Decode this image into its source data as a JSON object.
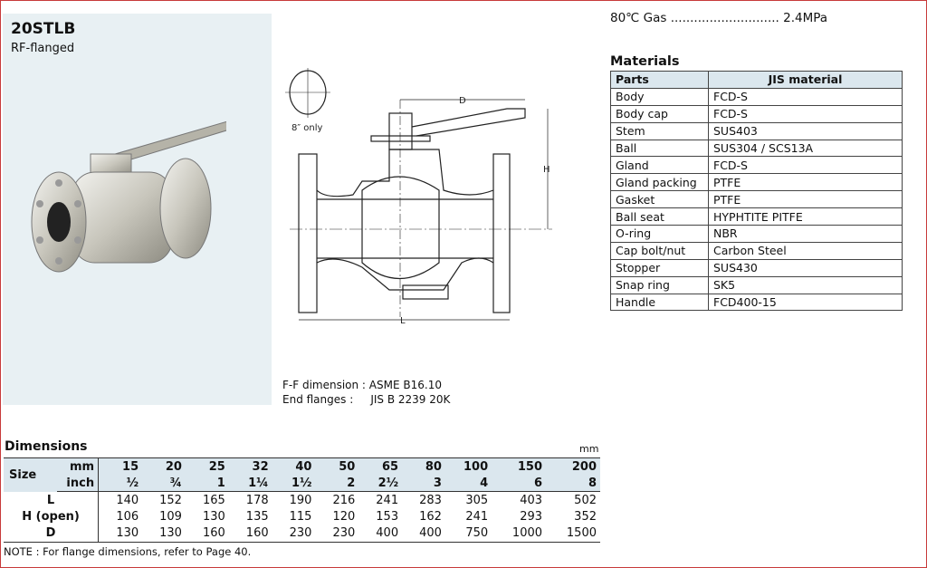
{
  "product": {
    "model": "20STLB",
    "type": "RF-flanged"
  },
  "drawing": {
    "inset_label": "8″ only",
    "dim_labels": {
      "D": "D",
      "H": "H",
      "L": "L"
    }
  },
  "specs": [
    {
      "label": "F-F dimension :",
      "value": "ASME B16.10"
    },
    {
      "label": "End flanges :",
      "value": "JIS B 2239 20K"
    }
  ],
  "pressure": "80℃ Gas ............................ 2.4MPa",
  "materials": {
    "title": "Materials",
    "headers": [
      "Parts",
      "JIS material"
    ],
    "rows": [
      [
        "Body",
        "FCD-S"
      ],
      [
        "Body cap",
        "FCD-S"
      ],
      [
        "Stem",
        "SUS403"
      ],
      [
        "Ball",
        "SUS304 / SCS13A"
      ],
      [
        "Gland",
        "FCD-S"
      ],
      [
        "Gland packing",
        "PTFE"
      ],
      [
        "Gasket",
        "PTFE"
      ],
      [
        "Ball seat",
        "HYPHTITE PITFE"
      ],
      [
        "O-ring",
        "NBR"
      ],
      [
        "Cap bolt/nut",
        "Carbon Steel"
      ],
      [
        "Stopper",
        "SUS430"
      ],
      [
        "Snap ring",
        "SK5"
      ],
      [
        "Handle",
        "FCD400-15"
      ]
    ]
  },
  "dimensions": {
    "title": "Dimensions",
    "unit": "mm",
    "size_label": "Size",
    "mm_label": "mm",
    "inch_label": "inch",
    "mm": [
      "15",
      "20",
      "25",
      "32",
      "40",
      "50",
      "65",
      "80",
      "100",
      "150",
      "200"
    ],
    "inch": [
      "½",
      "¾",
      "1",
      "1¼",
      "1½",
      "2",
      "2½",
      "3",
      "4",
      "6",
      "8"
    ],
    "rows": [
      {
        "label": "L",
        "values": [
          "140",
          "152",
          "165",
          "178",
          "190",
          "216",
          "241",
          "283",
          "305",
          "403",
          "502"
        ]
      },
      {
        "label": "H (open)",
        "values": [
          "106",
          "109",
          "130",
          "135",
          "115",
          "120",
          "153",
          "162",
          "241",
          "293",
          "352"
        ]
      },
      {
        "label": "D",
        "values": [
          "130",
          "130",
          "160",
          "160",
          "230",
          "230",
          "400",
          "400",
          "750",
          "1000",
          "1500"
        ]
      }
    ]
  },
  "note": "NOTE : For flange dimensions, refer to Page 40."
}
